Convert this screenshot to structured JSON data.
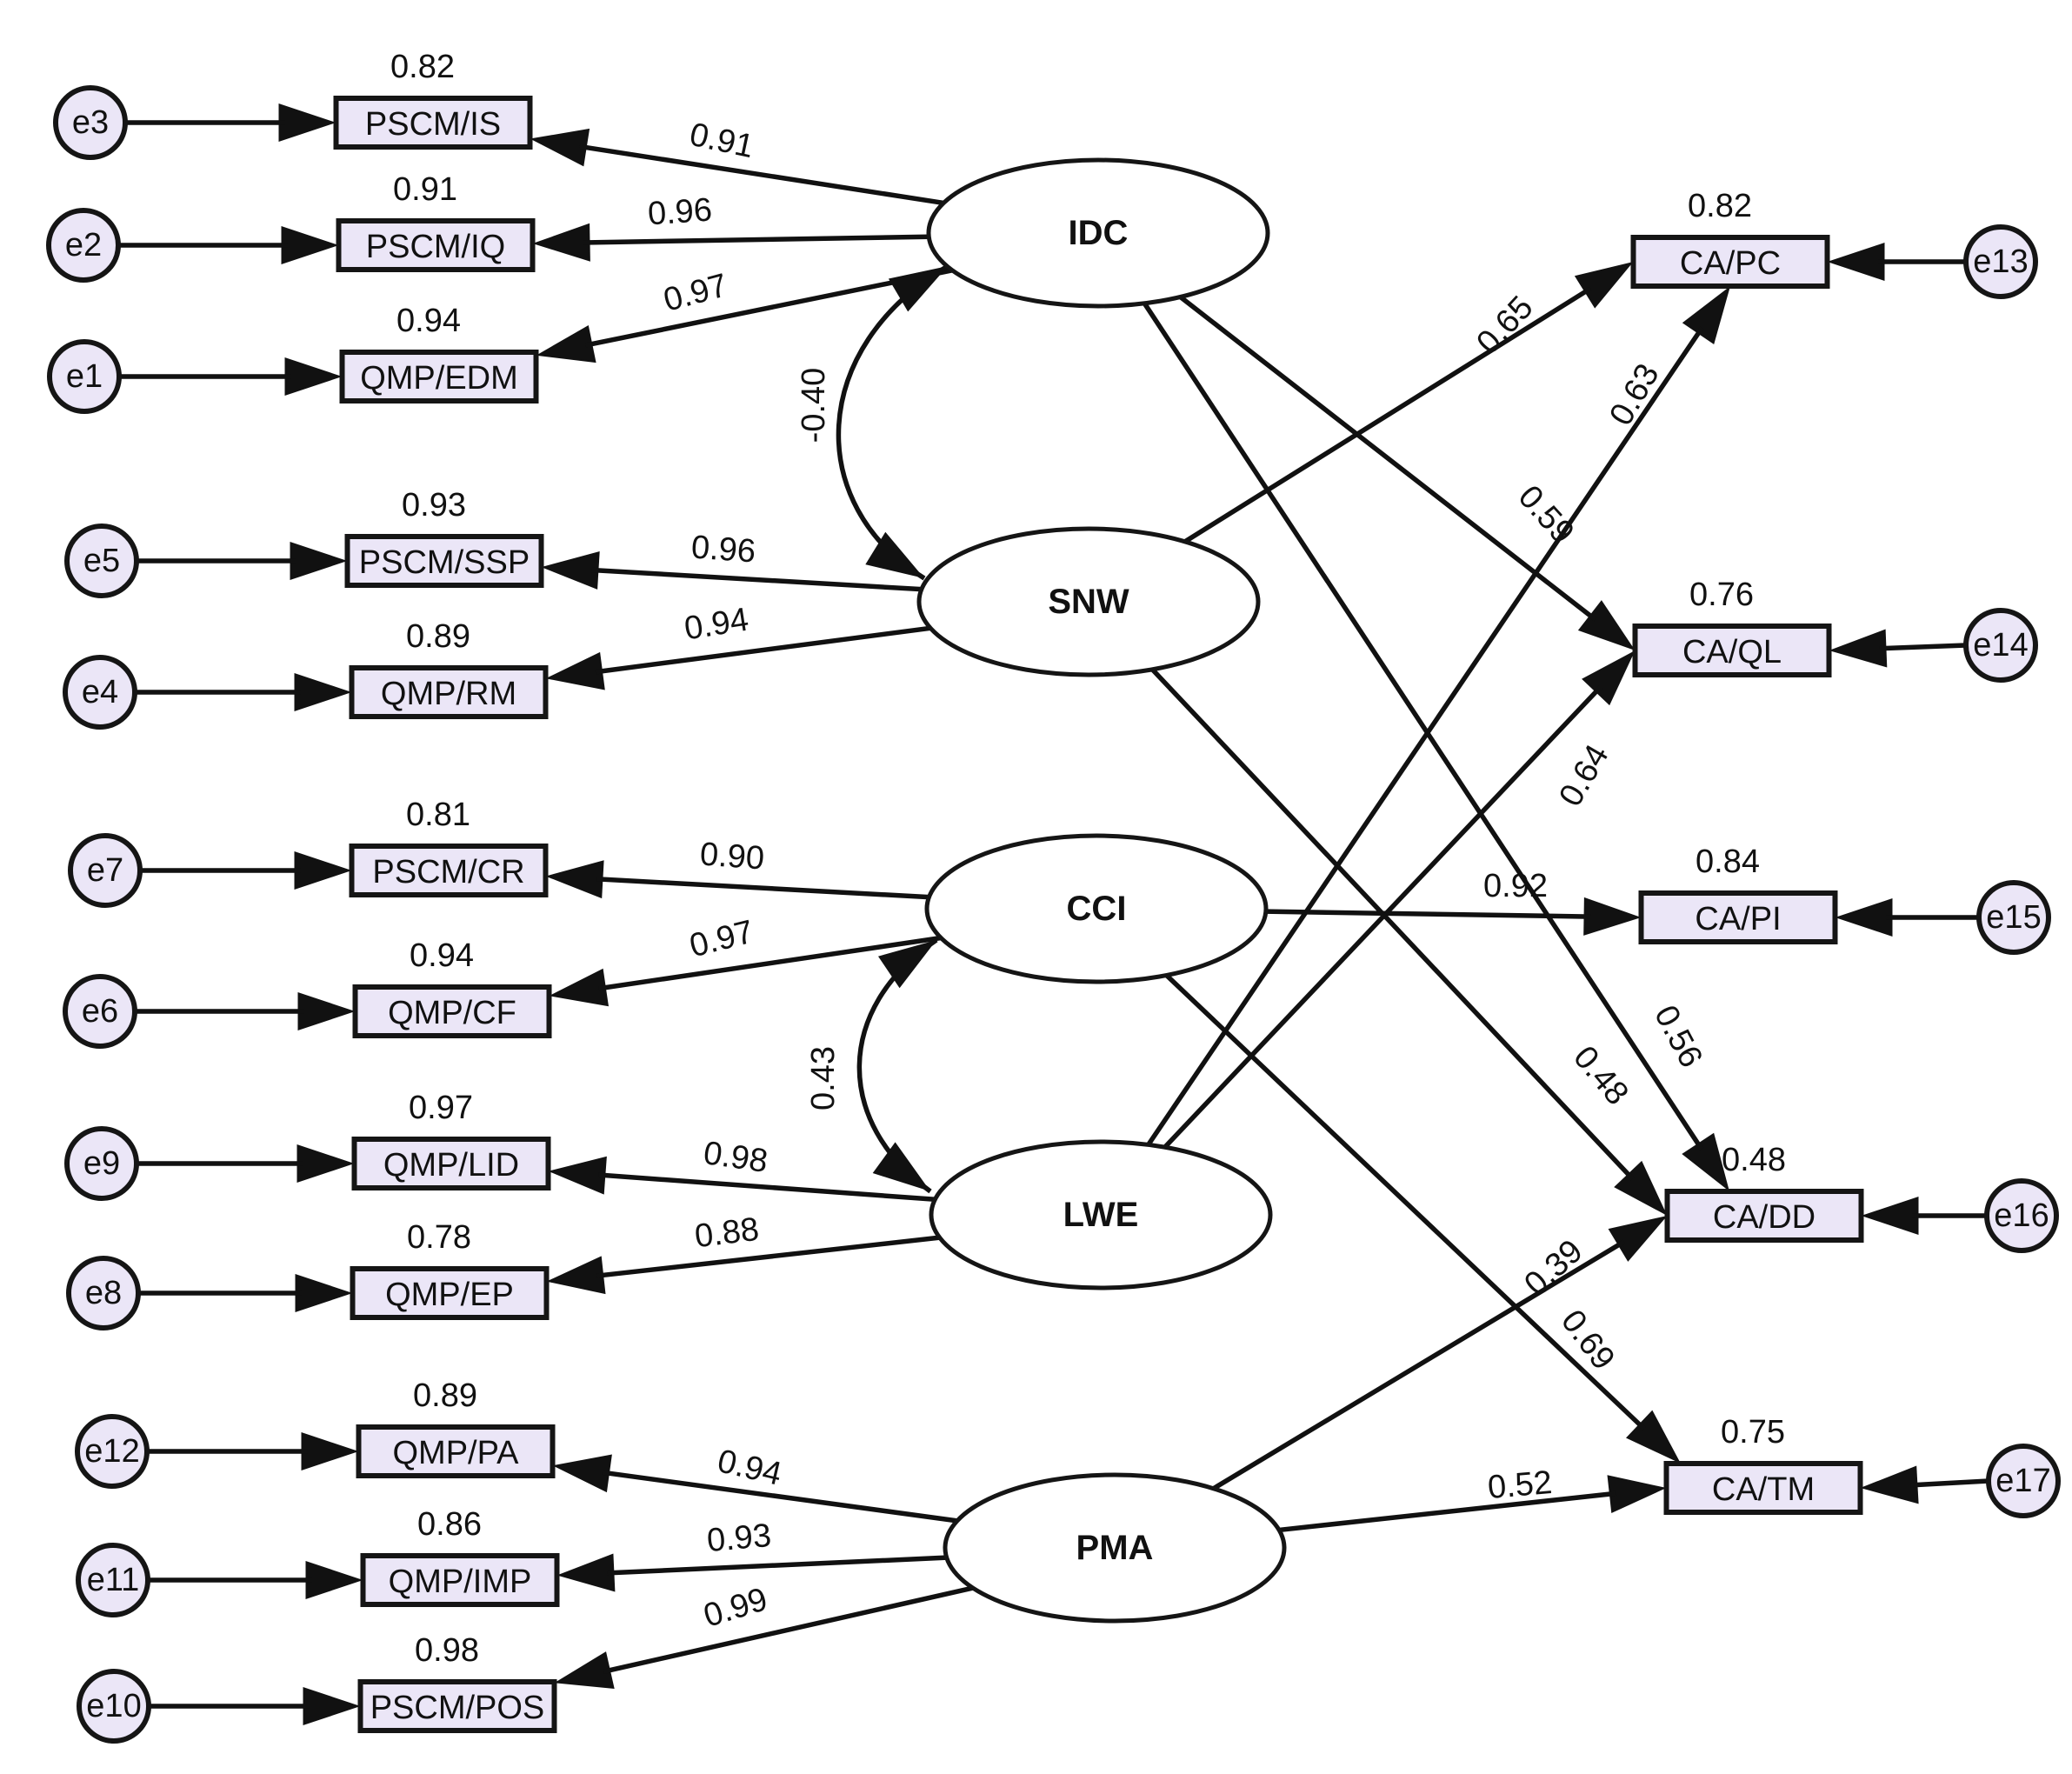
{
  "errors": [
    "e1",
    "e2",
    "e3",
    "e4",
    "e5",
    "e6",
    "e7",
    "e8",
    "e9",
    "e10",
    "e11",
    "e12",
    "e13",
    "e14",
    "e15",
    "e16",
    "e17"
  ],
  "indicators": [
    {
      "name": "PSCM/IS",
      "r2": "0.82"
    },
    {
      "name": "PSCM/IQ",
      "r2": "0.91"
    },
    {
      "name": "QMP/EDM",
      "r2": "0.94"
    },
    {
      "name": "PSCM/SSP",
      "r2": "0.93"
    },
    {
      "name": "QMP/RM",
      "r2": "0.89"
    },
    {
      "name": "PSCM/CR",
      "r2": "0.81"
    },
    {
      "name": "QMP/CF",
      "r2": "0.94"
    },
    {
      "name": "QMP/LID",
      "r2": "0.97"
    },
    {
      "name": "QMP/EP",
      "r2": "0.78"
    },
    {
      "name": "QMP/PA",
      "r2": "0.89"
    },
    {
      "name": "QMP/IMP",
      "r2": "0.86"
    },
    {
      "name": "PSCM/POS",
      "r2": "0.98"
    },
    {
      "name": "CA/PC",
      "r2": "0.82"
    },
    {
      "name": "CA/QL",
      "r2": "0.76"
    },
    {
      "name": "CA/PI",
      "r2": "0.84"
    },
    {
      "name": "CA/DD",
      "r2": "0.48"
    },
    {
      "name": "CA/TM",
      "r2": "0.75"
    }
  ],
  "latents": [
    "IDC",
    "SNW",
    "CCI",
    "LWE",
    "PMA"
  ],
  "loadings": [
    {
      "from": "IDC",
      "to": "PSCM/IS",
      "value": "0.91"
    },
    {
      "from": "IDC",
      "to": "PSCM/IQ",
      "value": "0.96"
    },
    {
      "from": "IDC",
      "to": "QMP/EDM",
      "value": "0.97"
    },
    {
      "from": "SNW",
      "to": "PSCM/SSP",
      "value": "0.96"
    },
    {
      "from": "SNW",
      "to": "QMP/RM",
      "value": "0.94"
    },
    {
      "from": "CCI",
      "to": "PSCM/CR",
      "value": "0.90"
    },
    {
      "from": "CCI",
      "to": "QMP/CF",
      "value": "0.97"
    },
    {
      "from": "LWE",
      "to": "QMP/LID",
      "value": "0.98"
    },
    {
      "from": "LWE",
      "to": "QMP/EP",
      "value": "0.88"
    },
    {
      "from": "PMA",
      "to": "QMP/PA",
      "value": "0.94"
    },
    {
      "from": "PMA",
      "to": "QMP/IMP",
      "value": "0.93"
    },
    {
      "from": "PMA",
      "to": "PSCM/POS",
      "value": "0.99"
    }
  ],
  "paths": [
    {
      "from": "SNW",
      "to": "CA/PC",
      "value": "0.65"
    },
    {
      "from": "LWE",
      "to": "CA/PC",
      "value": "0.63"
    },
    {
      "from": "IDC",
      "to": "CA/QL",
      "value": "0.59"
    },
    {
      "from": "LWE",
      "to": "CA/QL",
      "value": "0.64"
    },
    {
      "from": "CCI",
      "to": "CA/PI",
      "value": "0.92"
    },
    {
      "from": "IDC",
      "to": "CA/DD",
      "value": "0.56"
    },
    {
      "from": "SNW",
      "to": "CA/DD",
      "value": "0.48"
    },
    {
      "from": "PMA",
      "to": "CA/DD",
      "value": "0.39"
    },
    {
      "from": "CCI",
      "to": "CA/TM",
      "value": "0.69"
    },
    {
      "from": "PMA",
      "to": "CA/TM",
      "value": "0.52"
    }
  ],
  "correlations": [
    {
      "a": "IDC",
      "b": "SNW",
      "value": "-0.40"
    },
    {
      "a": "CCI",
      "b": "LWE",
      "value": "0.43"
    }
  ],
  "colors": {
    "box_fill": "#ebe6f7",
    "stroke": "#151515"
  }
}
